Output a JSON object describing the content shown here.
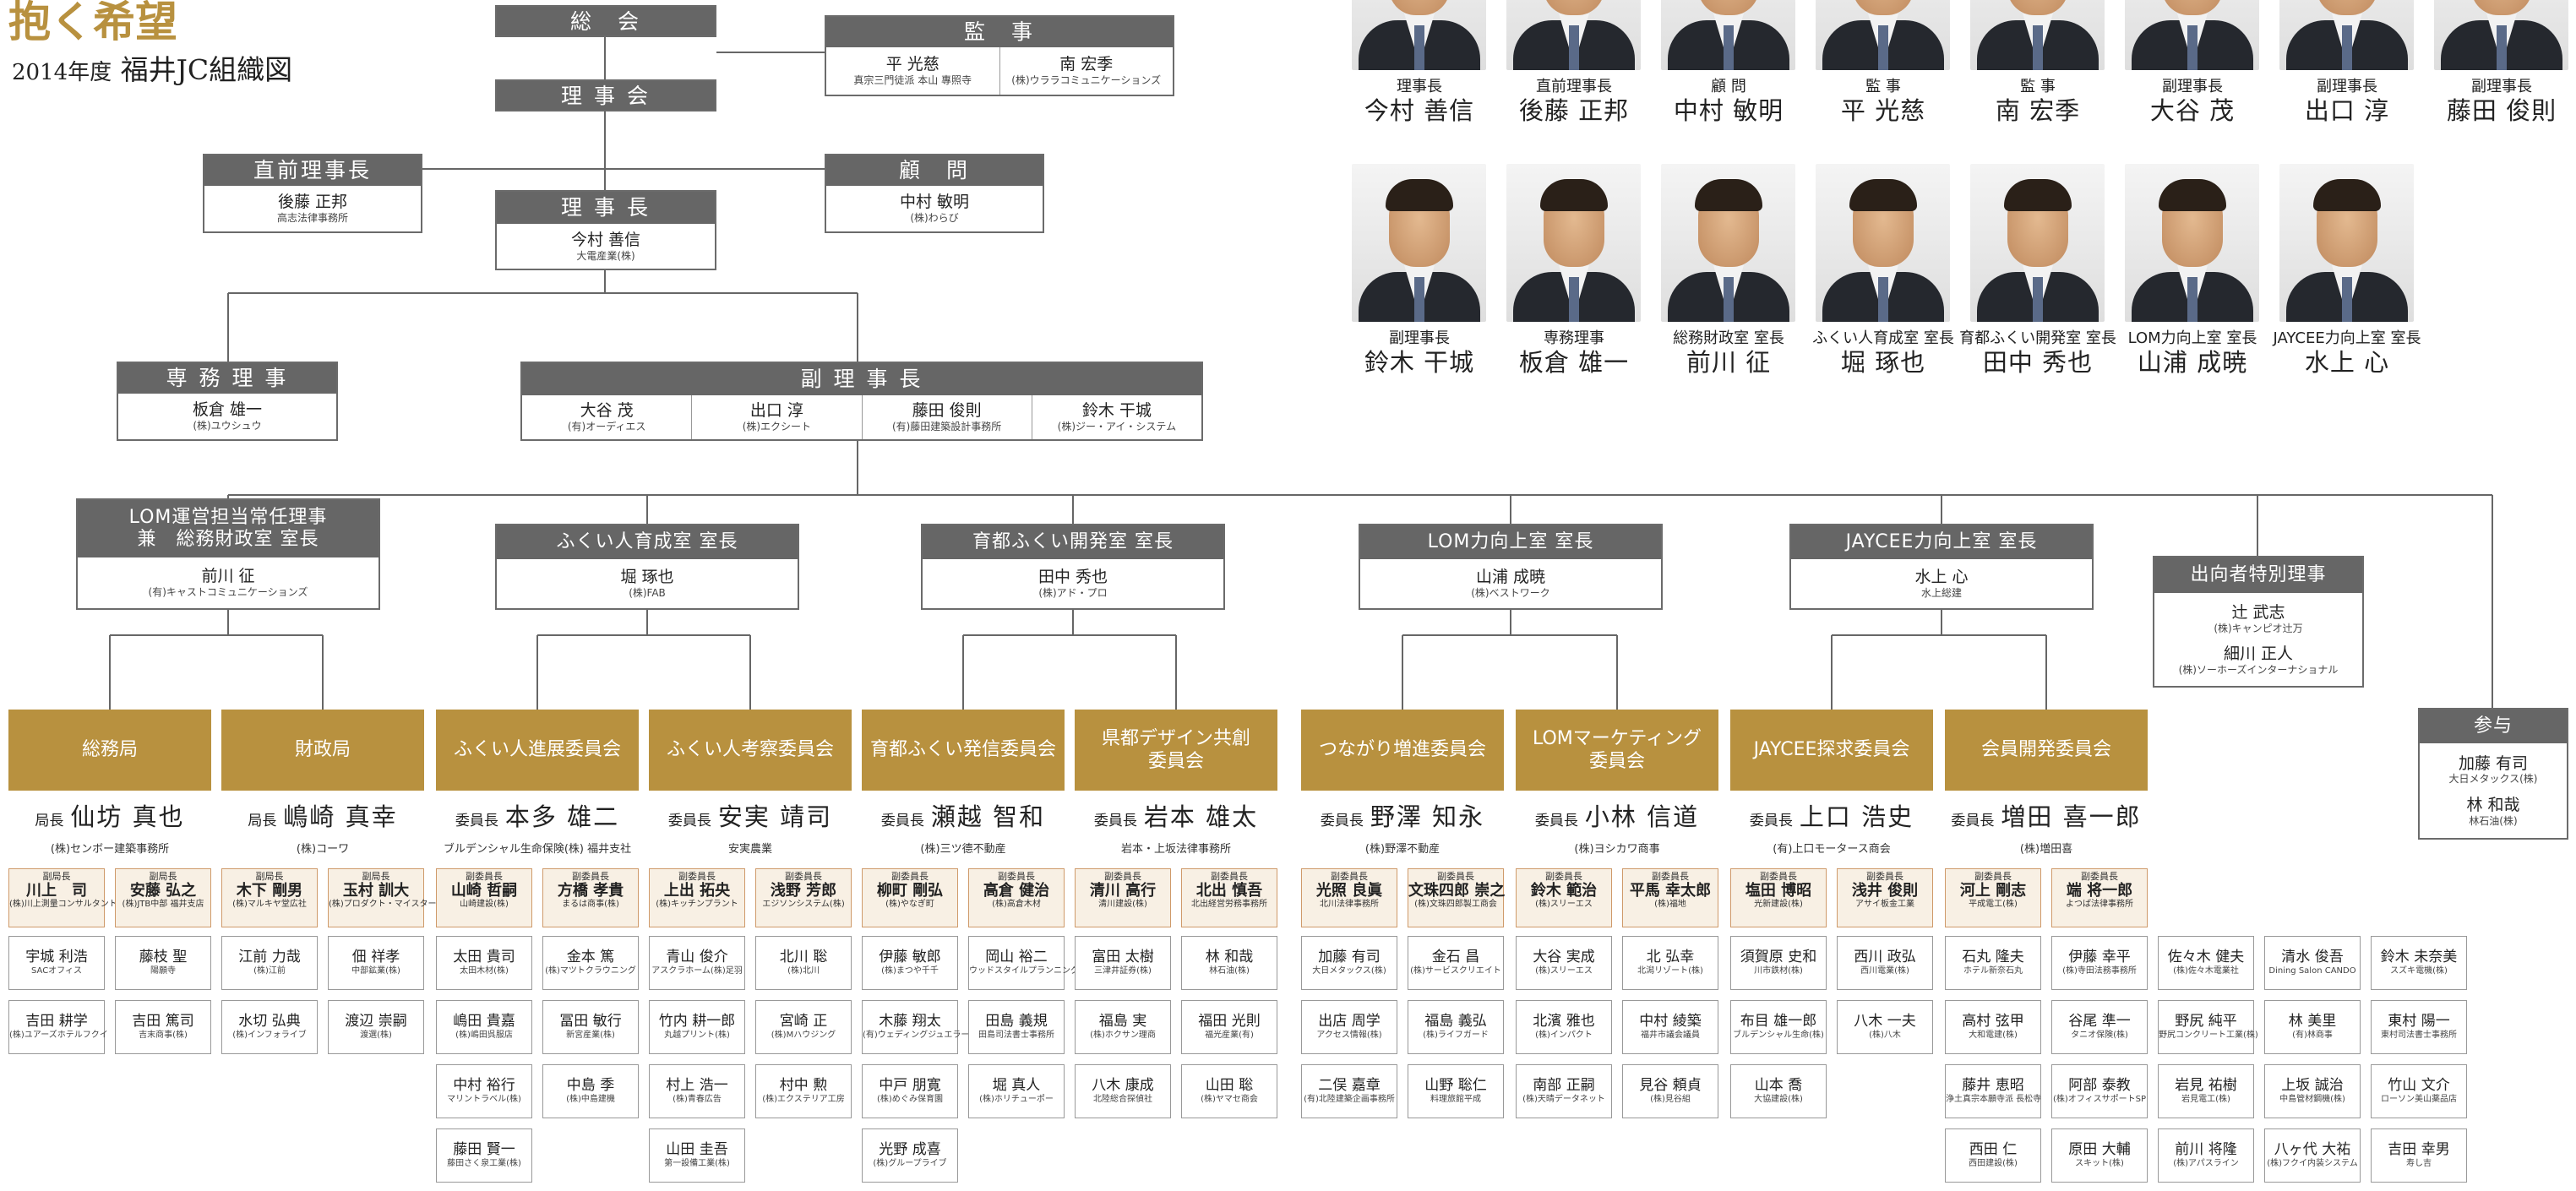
{
  "header": {
    "slogan": "抱く希望",
    "year": "2014年度",
    "org_title": "福井JC組織図"
  },
  "top": {
    "soukai": "総　会",
    "rijikai": "理 事 会",
    "kanji": {
      "title": "監　事",
      "people": [
        {
          "name": "平 光慈",
          "company": "真宗三門徒派 本山 專照寺"
        },
        {
          "name": "南 宏季",
          "company": "(株)ウララコミュニケーションズ"
        }
      ]
    },
    "past": {
      "title": "直前理事長",
      "name": "後藤 正邦",
      "company": "高志法律事務所"
    },
    "komon": {
      "title": "顧　問",
      "name": "中村 敏明",
      "company": "(株)わらび"
    },
    "president": {
      "title": "理 事 長",
      "name": "今村 善信",
      "company": "大電産業(株)"
    },
    "senmu": {
      "title": "専 務 理 事",
      "name": "板倉 雄一",
      "company": "(株)ユウシュウ"
    },
    "vp": {
      "title": "副 理 事 長",
      "people": [
        {
          "name": "大谷 茂",
          "company": "(有)オーディエス"
        },
        {
          "name": "出口 淳",
          "company": "(株)エクシート"
        },
        {
          "name": "藤田 俊則",
          "company": "(有)藤田建築設計事務所"
        },
        {
          "name": "鈴木 干城",
          "company": "(株)ジー・アイ・システム"
        }
      ]
    }
  },
  "offices": [
    {
      "title": "LOM運営担当常任理事\n兼　総務財政室 室長",
      "name": "前川 征",
      "company": "(有)キャストコミュニケーションズ"
    },
    {
      "title": "ふくい人育成室 室長",
      "name": "堀 琢也",
      "company": "(株)FAB"
    },
    {
      "title": "育都ふくい開発室 室長",
      "name": "田中 秀也",
      "company": "(株)アド・プロ"
    },
    {
      "title": "LOM力向上室 室長",
      "name": "山浦 成暁",
      "company": "(株)ベストワーク"
    },
    {
      "title": "JAYCEE力向上室 室長",
      "name": "水上 心",
      "company": "水上総建"
    }
  ],
  "special": {
    "title": "出向者特別理事",
    "people": [
      {
        "name": "辻 武志",
        "company": "(株)キャンピオ辻万"
      },
      {
        "name": "細川 正人",
        "company": "(株)ソーホーズインターナショナル"
      }
    ]
  },
  "sanyo": {
    "title": "参与",
    "people": [
      {
        "name": "加藤 有司",
        "company": "大日メタックス(株)"
      },
      {
        "name": "林 和哉",
        "company": "林石油(株)"
      }
    ]
  },
  "committees": [
    {
      "name": "総務局",
      "chair_role": "局長",
      "chair": "仙坊 真也",
      "chair_co": "(株)センボー建築事務所",
      "vices": [
        {
          "role": "副局長",
          "name": "川上　司",
          "co": "(株)川上測量コンサルタント"
        },
        {
          "role": "副局長",
          "name": "安藤 弘之",
          "co": "(株)JTB中部 福井支店"
        }
      ],
      "members": [
        [
          "宇城 利浩",
          "SACオフィス"
        ],
        [
          "藤枝 聖",
          "陽願寺"
        ],
        [
          "吉田 耕学",
          "(株)ユアーズホテルフクイ"
        ],
        [
          "吉田 篤司",
          "吉末商事(株)"
        ]
      ]
    },
    {
      "name": "財政局",
      "chair_role": "局長",
      "chair": "嶋崎 真幸",
      "chair_co": "(株)コーワ",
      "vices": [
        {
          "role": "副局長",
          "name": "木下 剛男",
          "co": "(株)マルキヤ堂広社"
        },
        {
          "role": "副局長",
          "name": "玉村 訓大",
          "co": "(株)プロダクト・マイスター"
        }
      ],
      "members": [
        [
          "江前 力哉",
          "(株)江前"
        ],
        [
          "佃 祥孝",
          "中部鉱業(株)"
        ],
        [
          "水切 弘典",
          "(株)インフォライブ"
        ],
        [
          "渡辺 崇嗣",
          "渡選(株)"
        ]
      ]
    },
    {
      "name": "ふくい人進展委員会",
      "chair_role": "委員長",
      "chair": "本多 雄二",
      "chair_co": "ブルデンシャル生命保険(株) 福井支社",
      "vices": [
        {
          "role": "副委員長",
          "name": "山崎 哲嗣",
          "co": "山崎建設(株)"
        },
        {
          "role": "副委員長",
          "name": "方橋 孝貴",
          "co": "まるは商事(株)"
        }
      ],
      "members": [
        [
          "太田 貴司",
          "太田木材(株)"
        ],
        [
          "金本 篤",
          "(株)マツトクラウニング"
        ],
        [
          "嶋田 貴嘉",
          "(株)嶋田呉服店"
        ],
        [
          "冨田 敏行",
          "新宮産業(株)"
        ],
        [
          "中村 裕行",
          "マリントラベル(株)"
        ],
        [
          "中島 季",
          "(株)中島建機"
        ],
        [
          "藤田 賢一",
          "藤田さく泉工業(株)"
        ]
      ]
    },
    {
      "name": "ふくい人考察委員会",
      "chair_role": "委員長",
      "chair": "安実 靖司",
      "chair_co": "安実農業",
      "vices": [
        {
          "role": "副委員長",
          "name": "上出 拓央",
          "co": "(株)キッチンプラント"
        },
        {
          "role": "副委員長",
          "name": "浅野 芳郎",
          "co": "エジソンシステム(株)"
        }
      ],
      "members": [
        [
          "青山 俊介",
          "アスクラホーム(株)足羽"
        ],
        [
          "北川 聡",
          "(株)北川"
        ],
        [
          "竹内 耕一郎",
          "丸越プリント(株)"
        ],
        [
          "宮崎 正",
          "(株)Mハウジング"
        ],
        [
          "村上 浩一",
          "(株)青春広告"
        ],
        [
          "村中 勲",
          "(株)エクステリア工房"
        ],
        [
          "山田 圭吾",
          "第一設備工業(株)"
        ]
      ]
    },
    {
      "name": "育都ふくい発信委員会",
      "chair_role": "委員長",
      "chair": "瀬越 智和",
      "chair_co": "(株)三ツ德不動産",
      "vices": [
        {
          "role": "副委員長",
          "name": "柳町 剛弘",
          "co": "(株)やなぎ町"
        },
        {
          "role": "副委員長",
          "name": "高倉 健治",
          "co": "(株)高倉木材"
        }
      ],
      "members": [
        [
          "伊藤 敏郎",
          "(株)まつや千千"
        ],
        [
          "岡山 裕二",
          "ウッドスタイルプランニング"
        ],
        [
          "木藤 翔太",
          "(有)ウェディングジュエラー"
        ],
        [
          "田島 義規",
          "田島司法書士事務所"
        ],
        [
          "中戸 朋寛",
          "(株)めぐみ保育園"
        ],
        [
          "堀 真人",
          "(株)ホリチューポー"
        ],
        [
          "光野 成喜",
          "(株)グループライブ"
        ]
      ]
    },
    {
      "name": "県都デザイン共創\n委員会",
      "chair_role": "委員長",
      "chair": "岩本 雄太",
      "chair_co": "岩本・上坂法律事務所",
      "vices": [
        {
          "role": "副委員長",
          "name": "清川 高行",
          "co": "清川建設(株)"
        },
        {
          "role": "副委員長",
          "name": "北出 慎吾",
          "co": "北出経営労務事務所"
        }
      ],
      "members": [
        [
          "富田 太樹",
          "三津井証券(株)"
        ],
        [
          "林 和哉",
          "林石油(株)"
        ],
        [
          "福島 実",
          "(株)ホクサン理商"
        ],
        [
          "福田 光則",
          "福光産業(有)"
        ],
        [
          "八木 康成",
          "北陸総合探偵社"
        ],
        [
          "山田 聡",
          "(株)ヤマセ商会"
        ]
      ]
    },
    {
      "name": "つながり増進委員会",
      "chair_role": "委員長",
      "chair": "野澤 知永",
      "chair_co": "(株)野澤不動産",
      "vices": [
        {
          "role": "副委員長",
          "name": "光照 良眞",
          "co": "北川法律事務所"
        },
        {
          "role": "副委員長",
          "name": "文珠四郎 崇之",
          "co": "(株)文珠四郎製工商会"
        }
      ],
      "members": [
        [
          "加藤 有司",
          "大日メタックス(株)"
        ],
        [
          "金石 昌",
          "(株)サービスクリエイト"
        ],
        [
          "出店 周学",
          "アクセス情報(株)"
        ],
        [
          "福島 義弘",
          "(株)ライフガード"
        ],
        [
          "二俣 嘉章",
          "(有)北陸建築企画事務所"
        ],
        [
          "山野 聡仁",
          "料理旅館平成"
        ]
      ]
    },
    {
      "name": "LOMマーケティング\n委員会",
      "chair_role": "委員長",
      "chair": "小林 信道",
      "chair_co": "(株)ヨシカワ商事",
      "vices": [
        {
          "role": "副委員長",
          "name": "鈴木 範治",
          "co": "(株)スリーエス"
        },
        {
          "role": "副委員長",
          "name": "平馬 幸太郎",
          "co": "(株)福地"
        }
      ],
      "members": [
        [
          "大谷 実成",
          "(株)スリーエス"
        ],
        [
          "北 弘幸",
          "北潟リゾート(株)"
        ],
        [
          "北濱 雅也",
          "(株)インパクト"
        ],
        [
          "中村 綾築",
          "福井市議会議員"
        ],
        [
          "南部 正嗣",
          "(株)天晴データネット"
        ],
        [
          "見谷 頼貞",
          "(株)見谷組"
        ]
      ]
    },
    {
      "name": "JAYCEE探求委員会",
      "chair_role": "委員長",
      "chair": "上口 浩史",
      "chair_co": "(有)上口モータース商会",
      "vices": [
        {
          "role": "副委員長",
          "name": "塩田 博昭",
          "co": "光新建設(株)"
        },
        {
          "role": "副委員長",
          "name": "浅井 俊則",
          "co": "アサイ板金工業"
        }
      ],
      "members": [
        [
          "須賀原 史和",
          "川市鉄材(株)"
        ],
        [
          "西川 政弘",
          "西川電業(株)"
        ],
        [
          "布目 雄一郎",
          "ブルデンシャル生命(株)"
        ],
        [
          "八木 一夫",
          "(株)八木"
        ],
        [
          "山本 喬",
          "大協建設(株)"
        ]
      ]
    },
    {
      "name": "会員開発委員会",
      "chair_role": "委員長",
      "chair": "増田 喜一郎",
      "chair_co": "(株)増田喜",
      "vices": [
        {
          "role": "副委員長",
          "name": "河上 剛志",
          "co": "平成電工(株)"
        },
        {
          "role": "副委員長",
          "name": "端 将一郎",
          "co": "よつば法律事務所"
        }
      ],
      "members": [
        [
          "石丸 隆夫",
          "ホテル新奈石丸"
        ],
        [
          "伊藤 幸平",
          "(株)寺田法務事務所"
        ],
        [
          "佐々木 健夫",
          "(株)佐々木電業社"
        ],
        [
          "清水 俊吾",
          "Dining Salon CANDO"
        ],
        [
          "鈴木 未奈美",
          "スズキ電機(株)"
        ],
        [
          "高村 弦甲",
          "大和電建(株)"
        ],
        [
          "谷尾 準一",
          "タニオ保険(株)"
        ],
        [
          "野尻 純平",
          "野尻コンクリート工業(株)"
        ],
        [
          "林 美里",
          "(有)林商事"
        ],
        [
          "東村 陽一",
          "東村司法書士事務所"
        ],
        [
          "藤井 恵昭",
          "浄土真宗本願寺派 長松寺"
        ],
        [
          "阿部 泰教",
          "(株)オフィスサポートSP"
        ],
        [
          "岩見 祐樹",
          "岩見電工(株)"
        ],
        [
          "上坂 誠治",
          "中島管材鋼機(株)"
        ],
        [
          "竹山 文介",
          "ローソン美山薬品店"
        ],
        [
          "西田 仁",
          "西田建設(株)"
        ],
        [
          "原田 大輔",
          "スキット(株)"
        ],
        [
          "前川 将隆",
          "(株)アパスライン"
        ],
        [
          "八ヶ代 大祐",
          "(株)フクイ内装システム"
        ],
        [
          "吉田 幸男",
          "寿し吉"
        ]
      ]
    }
  ],
  "photos": [
    {
      "role": "理事長",
      "name": "今村 善信"
    },
    {
      "role": "直前理事長",
      "name": "後藤 正邦"
    },
    {
      "role": "顧 問",
      "name": "中村 敏明"
    },
    {
      "role": "監 事",
      "name": "平 光慈"
    },
    {
      "role": "監 事",
      "name": "南 宏季"
    },
    {
      "role": "副理事長",
      "name": "大谷 茂"
    },
    {
      "role": "副理事長",
      "name": "出口 淳"
    },
    {
      "role": "副理事長",
      "name": "藤田 俊則"
    },
    {
      "role": "副理事長",
      "name": "鈴木 干城"
    },
    {
      "role": "専務理事",
      "name": "板倉 雄一"
    },
    {
      "role": "総務財政室 室長",
      "name": "前川 征"
    },
    {
      "role": "ふくい人育成室 室長",
      "name": "堀 琢也"
    },
    {
      "role": "育都ふくい開発室 室長",
      "name": "田中 秀也"
    },
    {
      "role": "LOM力向上室 室長",
      "name": "山浦 成暁"
    },
    {
      "role": "JAYCEE力向上室 室長",
      "name": "水上 心"
    }
  ],
  "colors": {
    "header_gray": "#666666",
    "gold": "#b8913f",
    "vice_bg": "#f8f0e4",
    "vice_border": "#cf9a6a"
  }
}
